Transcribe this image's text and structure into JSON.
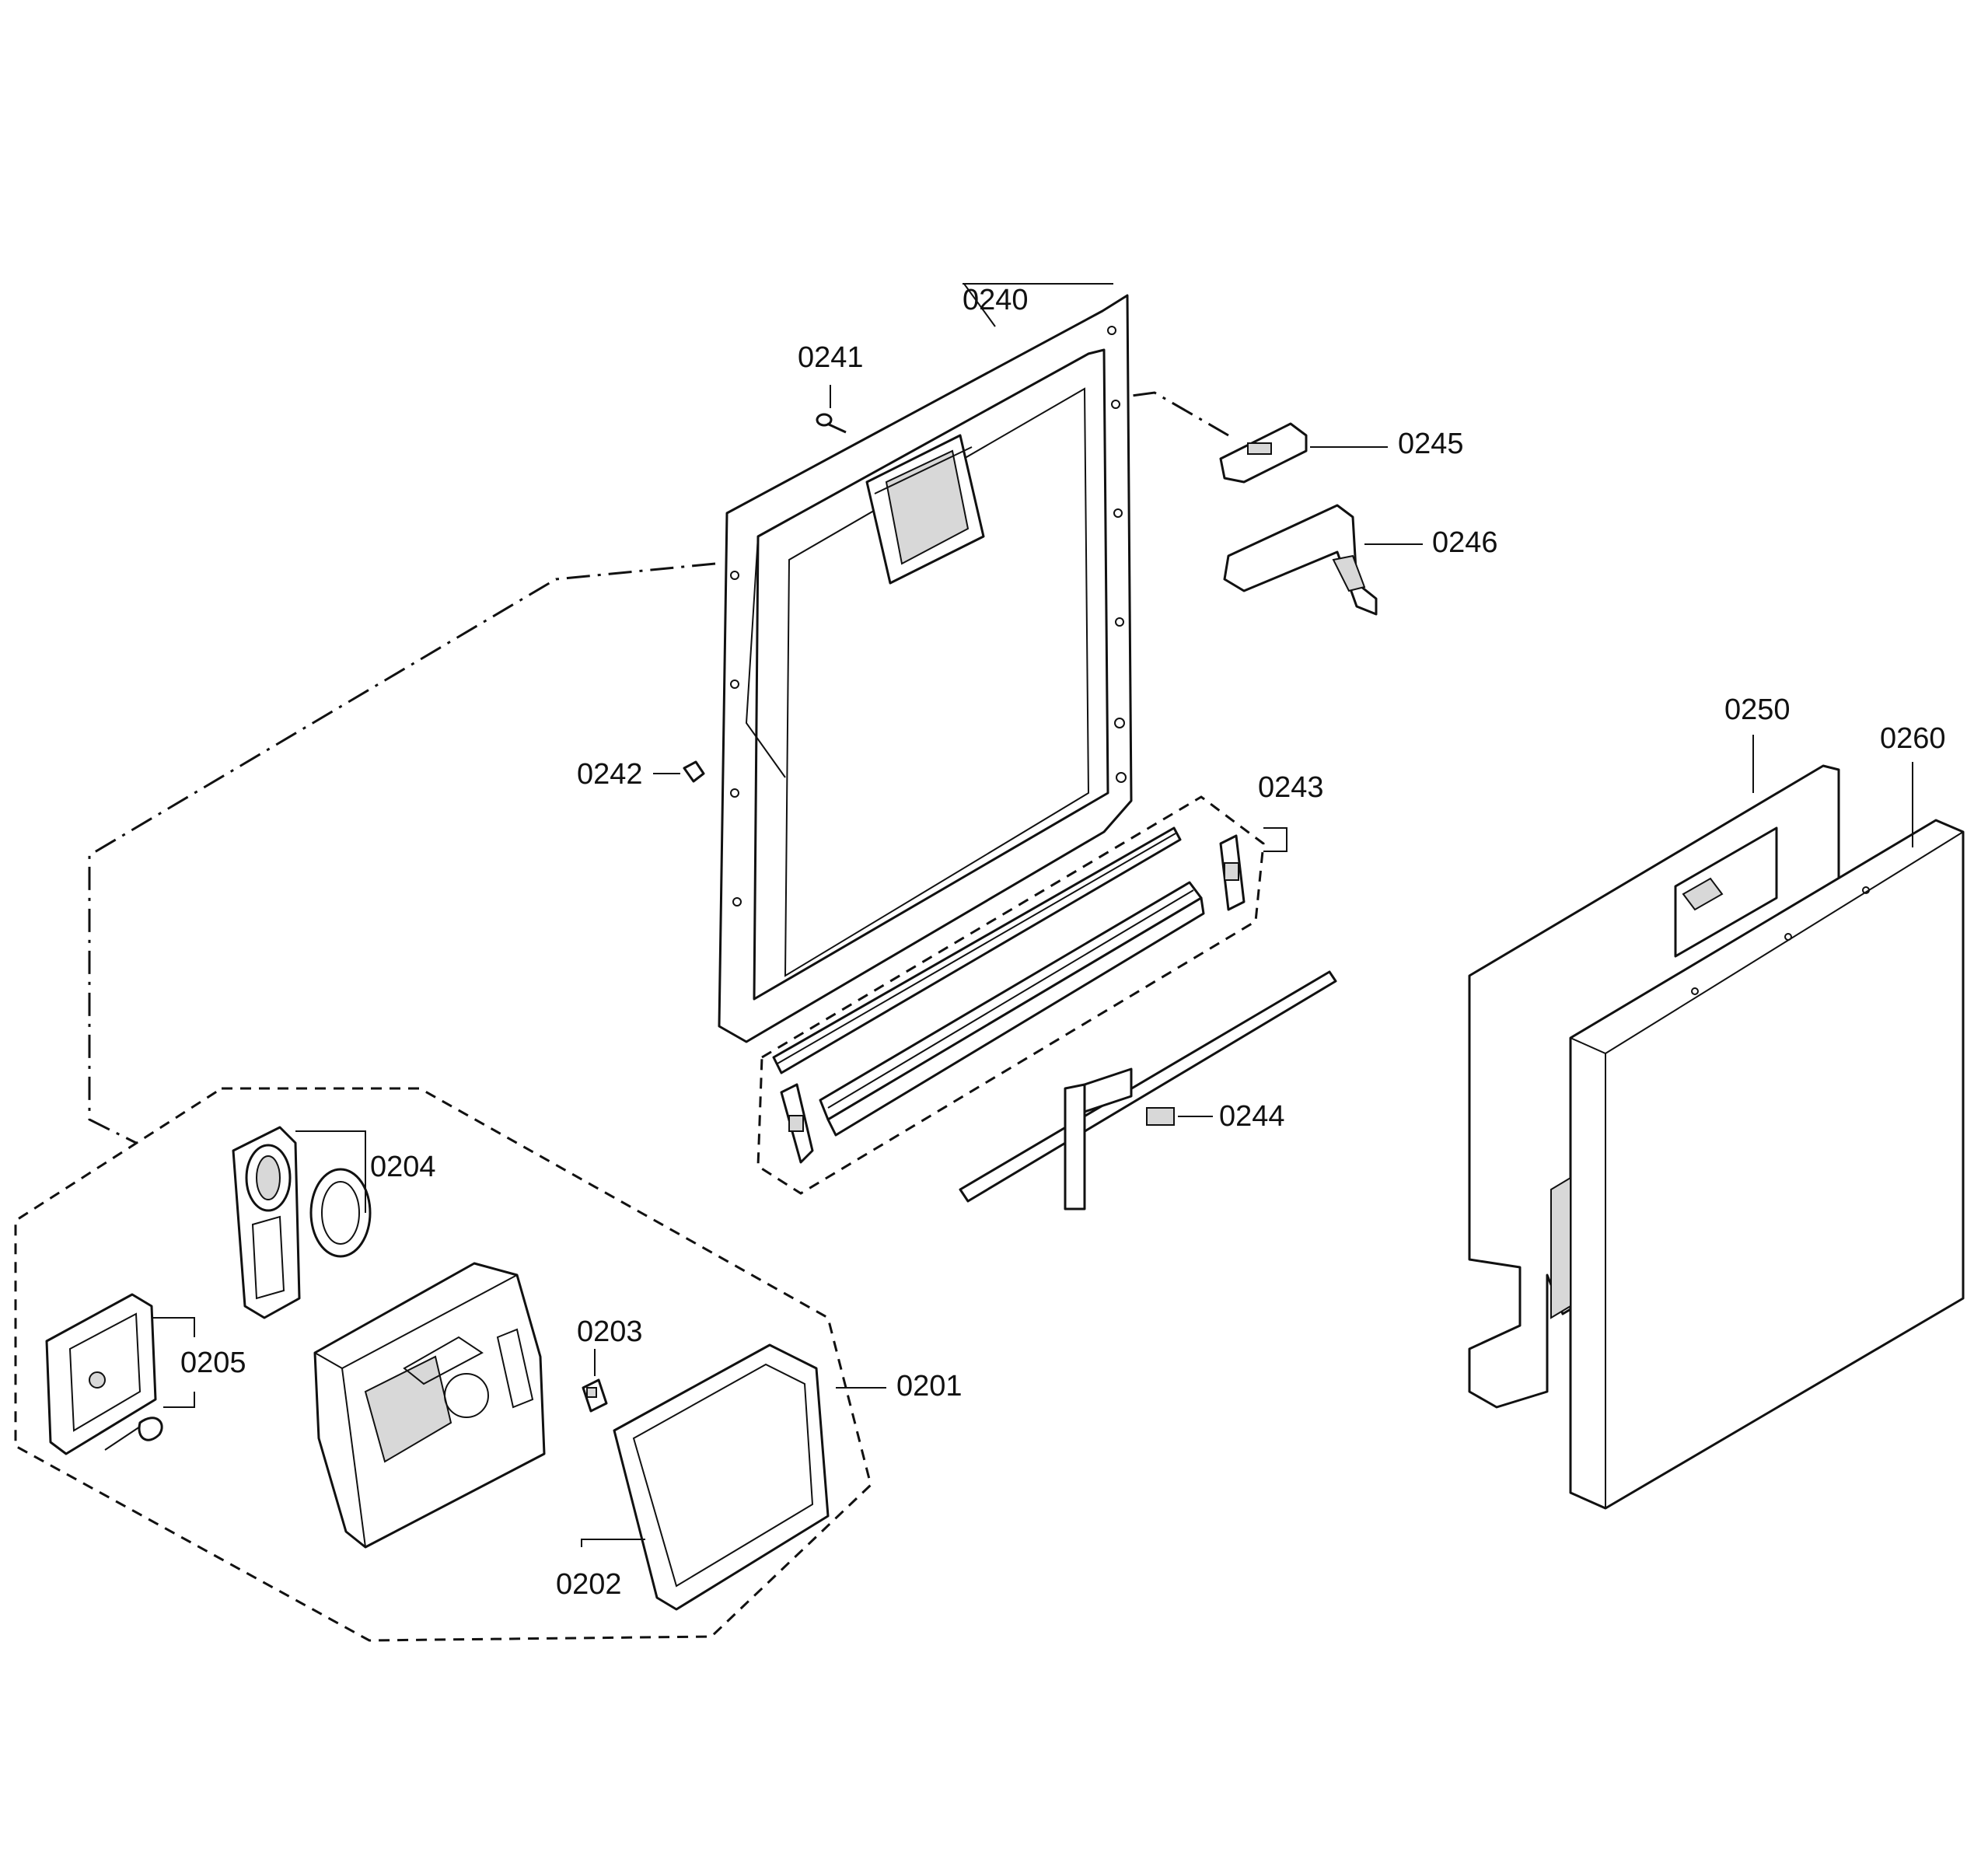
{
  "labels": {
    "p0240": "0240",
    "p0241": "0241",
    "p0242": "0242",
    "p0243": "0243",
    "p0244": "0244",
    "p0245": "0245",
    "p0246": "0246",
    "p0250": "0250",
    "p0260": "0260",
    "p0201": "0201",
    "p0202": "0202",
    "p0203": "0203",
    "p0204": "0204",
    "p0205": "0205"
  }
}
